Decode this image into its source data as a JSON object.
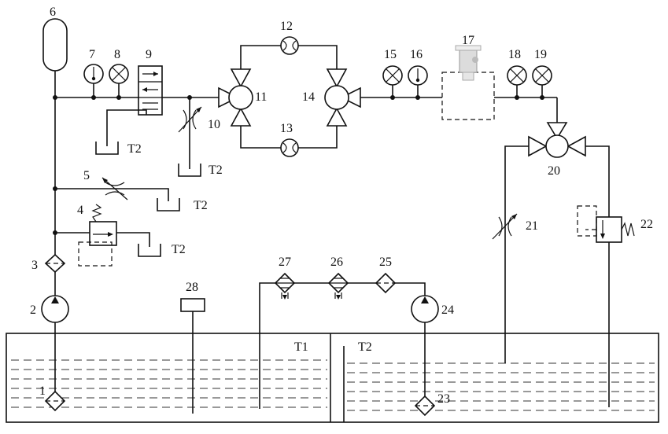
{
  "diagram": {
    "labels": {
      "c1": "1",
      "c2": "2",
      "c3": "3",
      "c4": "4",
      "c5": "5",
      "c6": "6",
      "c7": "7",
      "c8": "8",
      "c9": "9",
      "c10": "10",
      "c11": "11",
      "c12": "12",
      "c13": "13",
      "c14": "14",
      "c15": "15",
      "c16": "16",
      "c17": "17",
      "c18": "18",
      "c19": "19",
      "c20": "20",
      "c21": "21",
      "c22": "22",
      "c23": "23",
      "c24": "24",
      "c25": "25",
      "c26": "26",
      "c27": "27",
      "c28": "28"
    },
    "tanks": {
      "t1": "T1",
      "t2": "T2",
      "drain": "T2"
    },
    "colors": {
      "line": "#111111",
      "background": "#ffffff",
      "fluid": "#333333"
    }
  }
}
